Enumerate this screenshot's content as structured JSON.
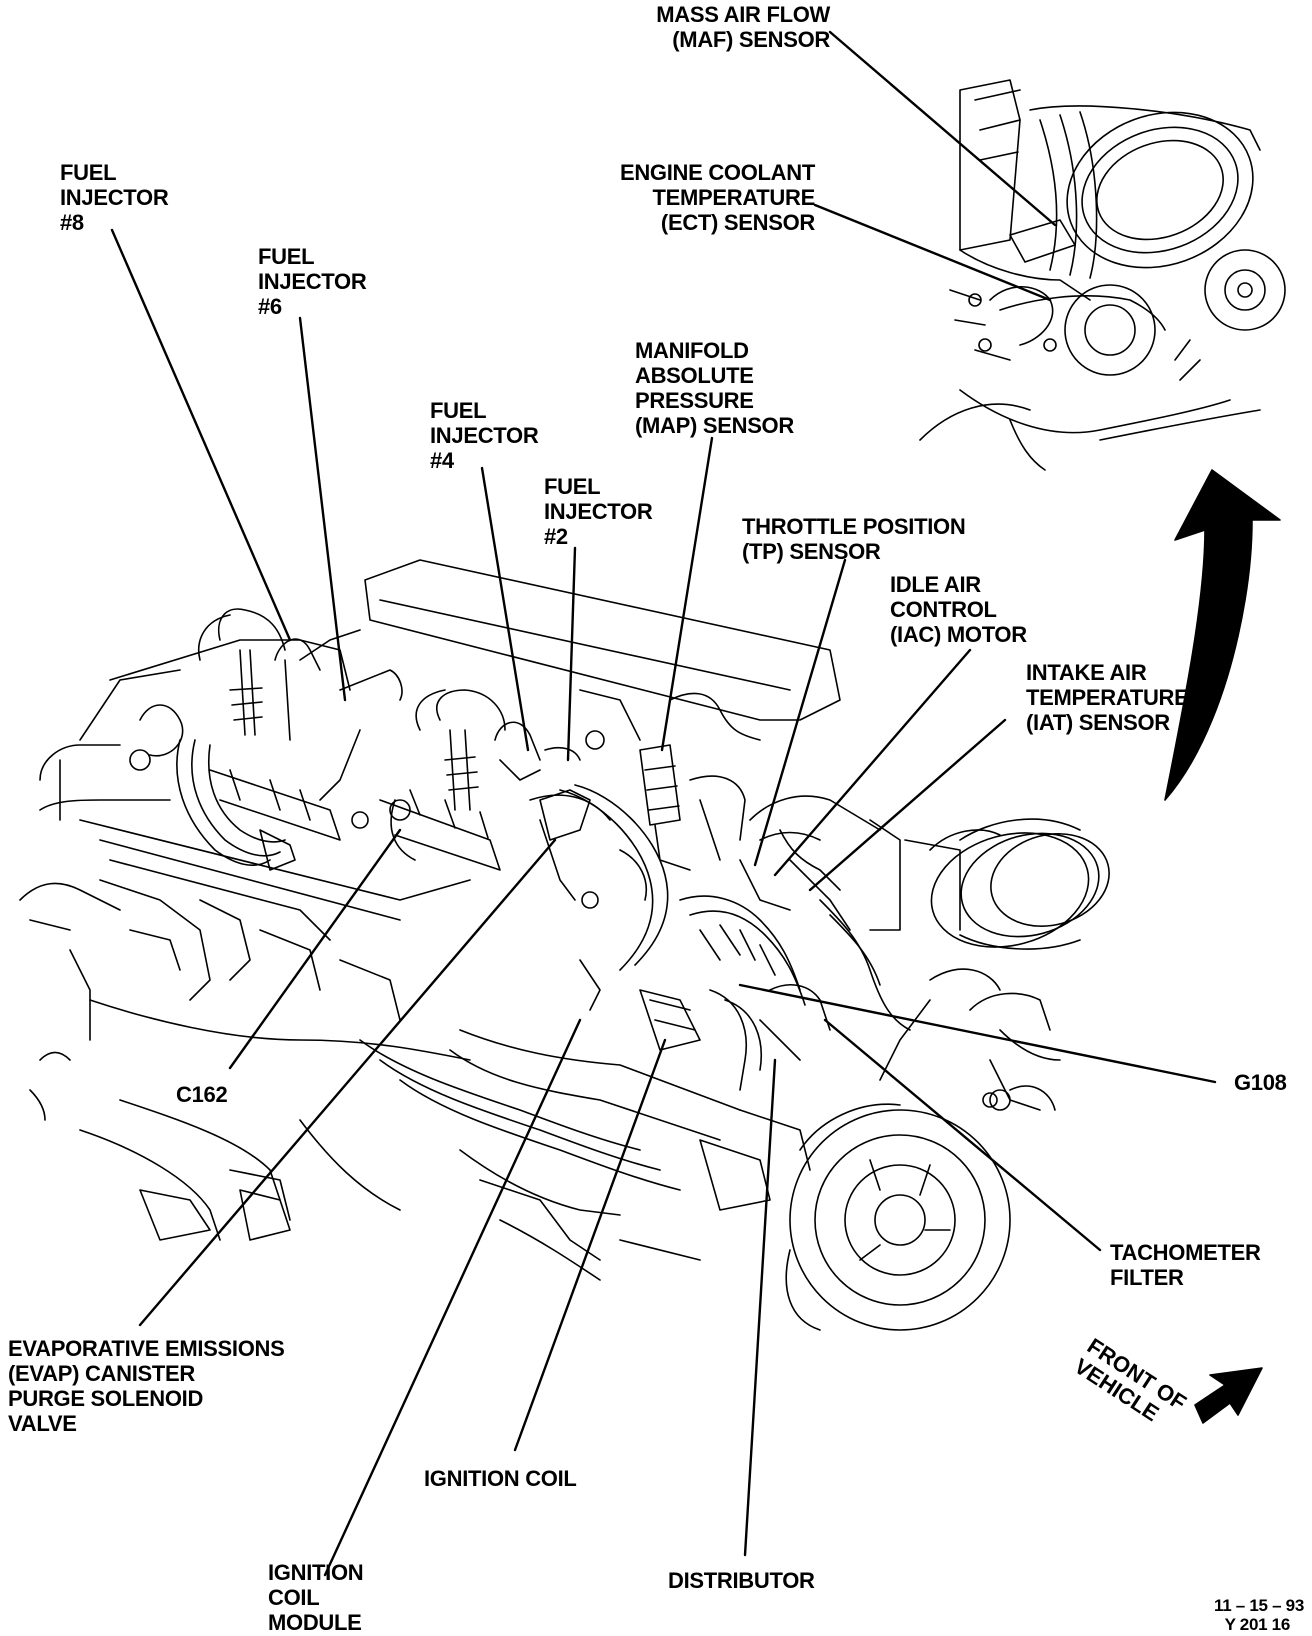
{
  "labels": {
    "maf": [
      "MASS AIR FLOW",
      "(MAF) SENSOR"
    ],
    "ect": [
      "ENGINE COOLANT",
      "TEMPERATURE",
      "(ECT) SENSOR"
    ],
    "inj8": [
      "FUEL",
      "INJECTOR",
      "#8"
    ],
    "inj6": [
      "FUEL",
      "INJECTOR",
      "#6"
    ],
    "map": [
      "MANIFOLD",
      "ABSOLUTE",
      "PRESSURE",
      "(MAP) SENSOR"
    ],
    "inj4": [
      "FUEL",
      "INJECTOR",
      "#4"
    ],
    "inj2": [
      "FUEL",
      "INJECTOR",
      "#2"
    ],
    "tp": [
      "THROTTLE POSITION",
      "(TP) SENSOR"
    ],
    "iac": [
      "IDLE AIR",
      "CONTROL",
      "(IAC) MOTOR"
    ],
    "iat": [
      "INTAKE AIR",
      "TEMPERATURE",
      "(IAT) SENSOR"
    ],
    "c162": "C162",
    "g108": "G108",
    "tach": [
      "TACHOMETER",
      "FILTER"
    ],
    "evap": [
      "EVAPORATIVE EMISSIONS",
      "(EVAP) CANISTER",
      "PURGE SOLENOID",
      "VALVE"
    ],
    "ignition_coil": "IGNITION COIL",
    "icm": [
      "IGNITION",
      "COIL",
      "MODULE"
    ],
    "distributor": "DISTRIBUTOR",
    "front": [
      "FRONT OF",
      "VEHICLE"
    ],
    "date": "11 – 15 – 93",
    "figure_id": "Y 201 16"
  }
}
